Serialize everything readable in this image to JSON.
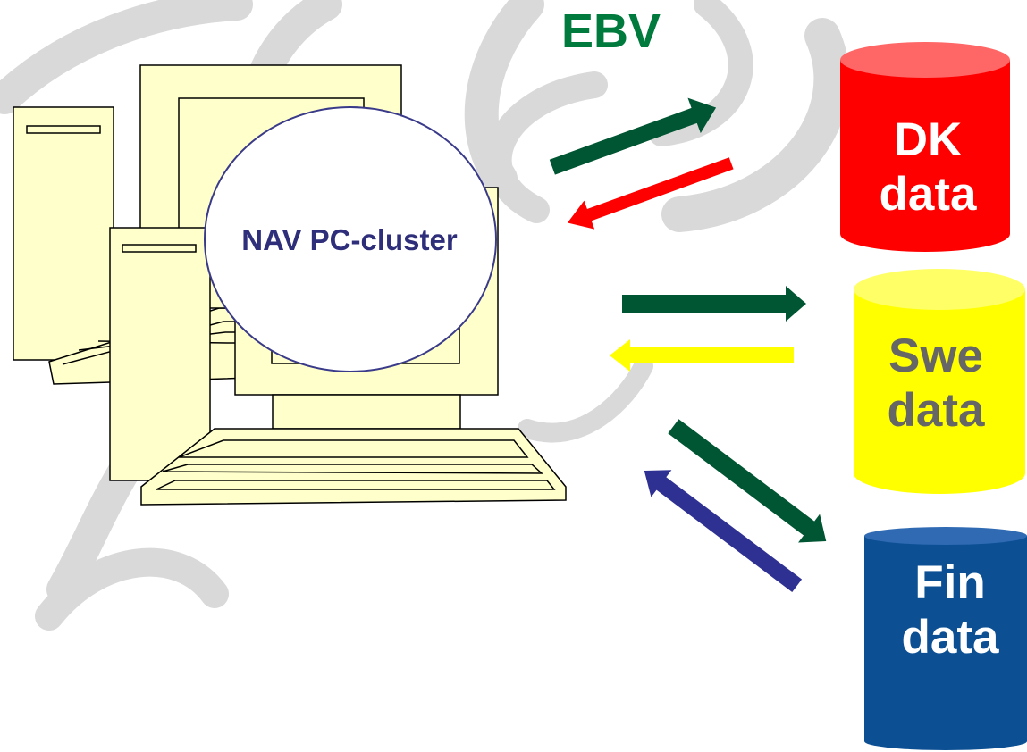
{
  "title": "EBV",
  "cluster": {
    "label": "NAV PC-cluster"
  },
  "databases": [
    {
      "id": "dk",
      "line1": "DK",
      "line2": "data",
      "body_color": "#ff0000",
      "top_color": "#ff6666",
      "text_color": "#ffffff"
    },
    {
      "id": "swe",
      "line1": "Swe",
      "line2": "data",
      "body_color": "#ffff00",
      "top_color": "#ffff66",
      "text_color": "#666666"
    },
    {
      "id": "fin",
      "line1": "Fin",
      "line2": "data",
      "body_color": "#0c4f93",
      "top_color": "#2f6ab3",
      "text_color": "#ffffff"
    }
  ],
  "colors": {
    "title": "#007a3d",
    "cluster_text": "#2e2e7a",
    "outgoing_arrow": "#005533",
    "dk_return_arrow": "#ff0000",
    "swe_return_arrow": "#ffff00",
    "fin_return_arrow": "#2e3192",
    "computer_fill": "#ffffcc",
    "background_watermark": "#d9d9d9"
  },
  "arrows": [
    {
      "from": "cluster",
      "to": "dk"
    },
    {
      "from": "dk",
      "to": "cluster"
    },
    {
      "from": "cluster",
      "to": "swe"
    },
    {
      "from": "swe",
      "to": "cluster"
    },
    {
      "from": "cluster",
      "to": "fin"
    },
    {
      "from": "fin",
      "to": "cluster"
    }
  ]
}
